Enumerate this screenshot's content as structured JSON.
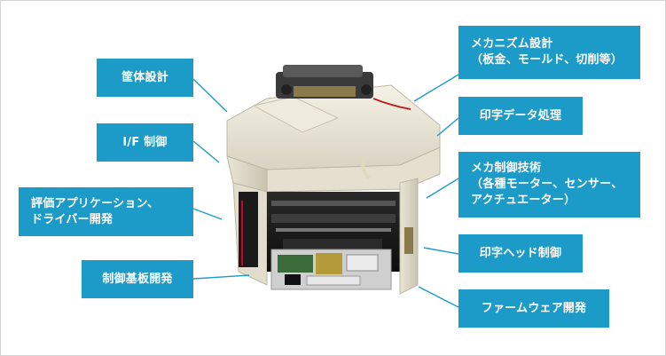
{
  "accent_color": "#1d9bc8",
  "line_color": "#1d9bc8",
  "labels": {
    "housing": "筐体設計",
    "interface": "I/F 制御",
    "evaluation": "評価アプリケーション、\nドライバー開発",
    "board": "制御基板開発",
    "mechanism": "メカニズム設計\n（板金、モールド、切削等）",
    "print_data": "印字データ処理",
    "mecha_control": "メカ制御技術\n（各種モーター、センサー、\nアクチュエーター）",
    "head_control": "印字ヘッド制御",
    "firmware": "ファームウェア開発"
  },
  "illustration": {
    "subject": "printer-internal-view",
    "icon": "printer-icon"
  }
}
